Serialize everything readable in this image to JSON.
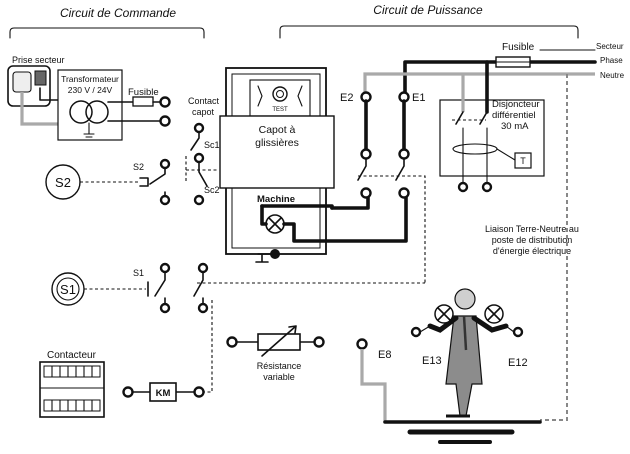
{
  "sections": {
    "commande": "Circuit de Commande",
    "puissance": "Circuit de Puissance"
  },
  "labels": {
    "secteur": "Secteur",
    "phase": "Phase",
    "neutre": "Neutre",
    "fusible": "Fusible",
    "e1": "E1",
    "e2": "E2",
    "disjoncteur_1": "Disjoncteur",
    "disjoncteur_2": "différentiel",
    "disjoncteur_3": "30 mA",
    "t": "T",
    "prise_secteur": "Prise secteur",
    "transformateur": "Transformateur",
    "tension": "230 V / 24V",
    "contact": "Contact",
    "capot": "capot",
    "sc1": "Sc1",
    "sc2": "Sc2",
    "s2": "S2",
    "s1": "S1",
    "test": "TEST",
    "capot_a": "Capot à",
    "glissieres": "glissières",
    "machine": "Machine",
    "liaison_1": "Liaison Terre-Neutre au",
    "liaison_2": "poste de distribution",
    "liaison_3": "d'énergie électrique",
    "contacteur": "Contacteur",
    "km": "KM",
    "resistance": "Résistance",
    "variable": "variable",
    "e8": "E8",
    "e13": "E13",
    "e12": "E12"
  }
}
